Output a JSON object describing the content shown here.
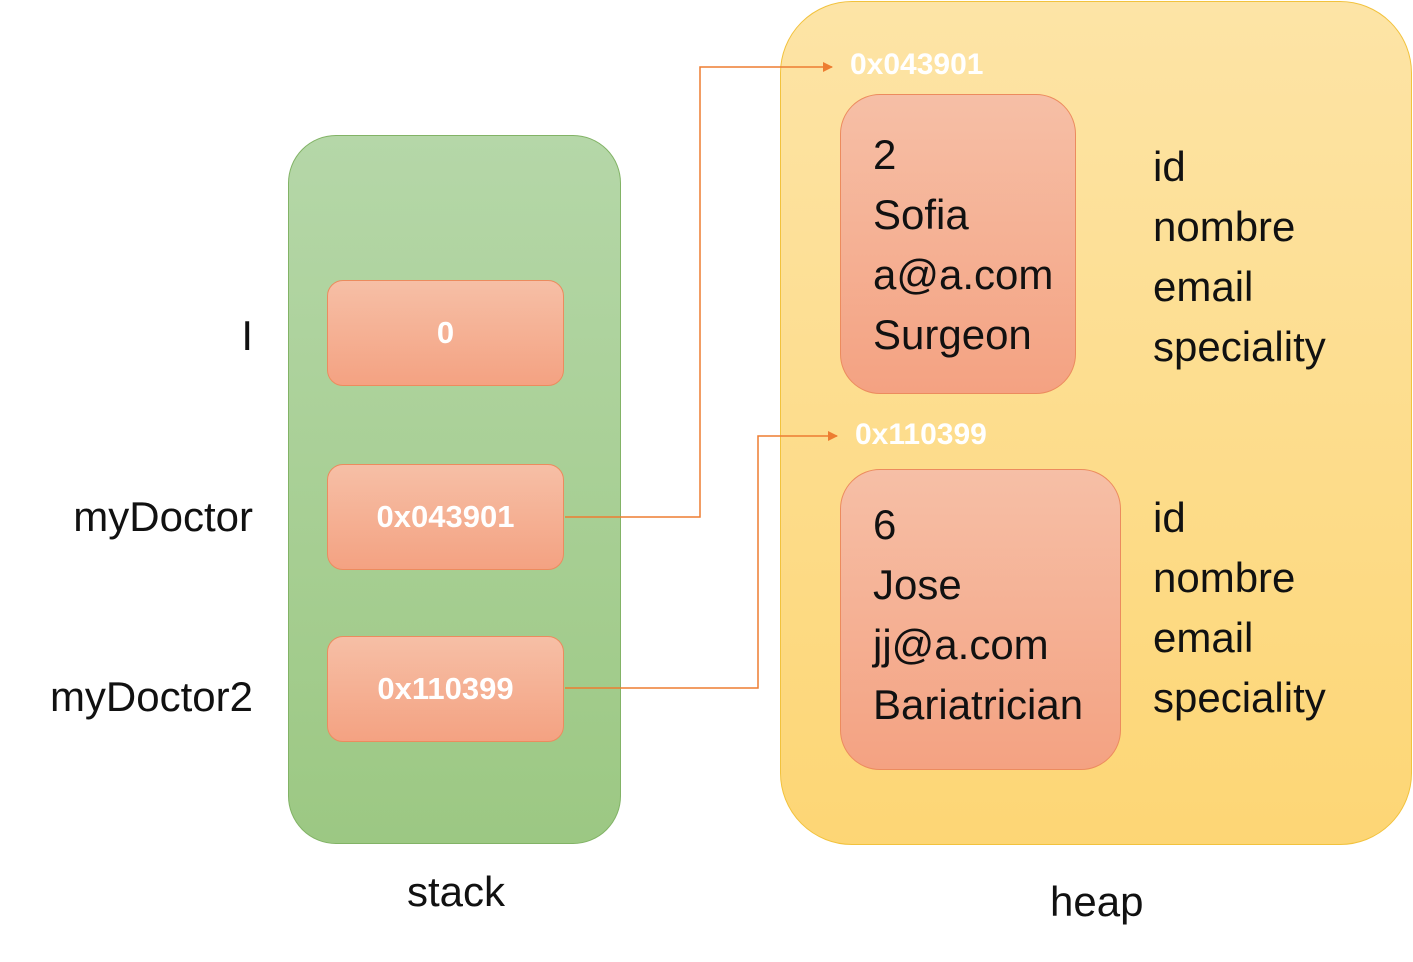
{
  "stack": {
    "label": "stack",
    "variables": [
      {
        "name": "I",
        "value": "0"
      },
      {
        "name": "myDoctor",
        "value": "0x043901"
      },
      {
        "name": "myDoctor2",
        "value": "0x110399"
      }
    ]
  },
  "heap": {
    "label": "heap",
    "objects": [
      {
        "address": "0x043901",
        "values": [
          "2",
          "Sofia",
          "a@a.com",
          "Surgeon"
        ],
        "fields": [
          "id",
          "nombre",
          "email",
          "speciality"
        ]
      },
      {
        "address": "0x110399",
        "values": [
          "6",
          "Jose",
          "jj@a.com",
          "Bariatrician"
        ],
        "fields": [
          "id",
          "nombre",
          "email",
          "speciality"
        ]
      }
    ]
  },
  "colors": {
    "stack_fill": "#a9d18e",
    "heap_fill": "#ffd966",
    "cell_fill": "#f4b183",
    "arrow": "#ed7d31"
  }
}
